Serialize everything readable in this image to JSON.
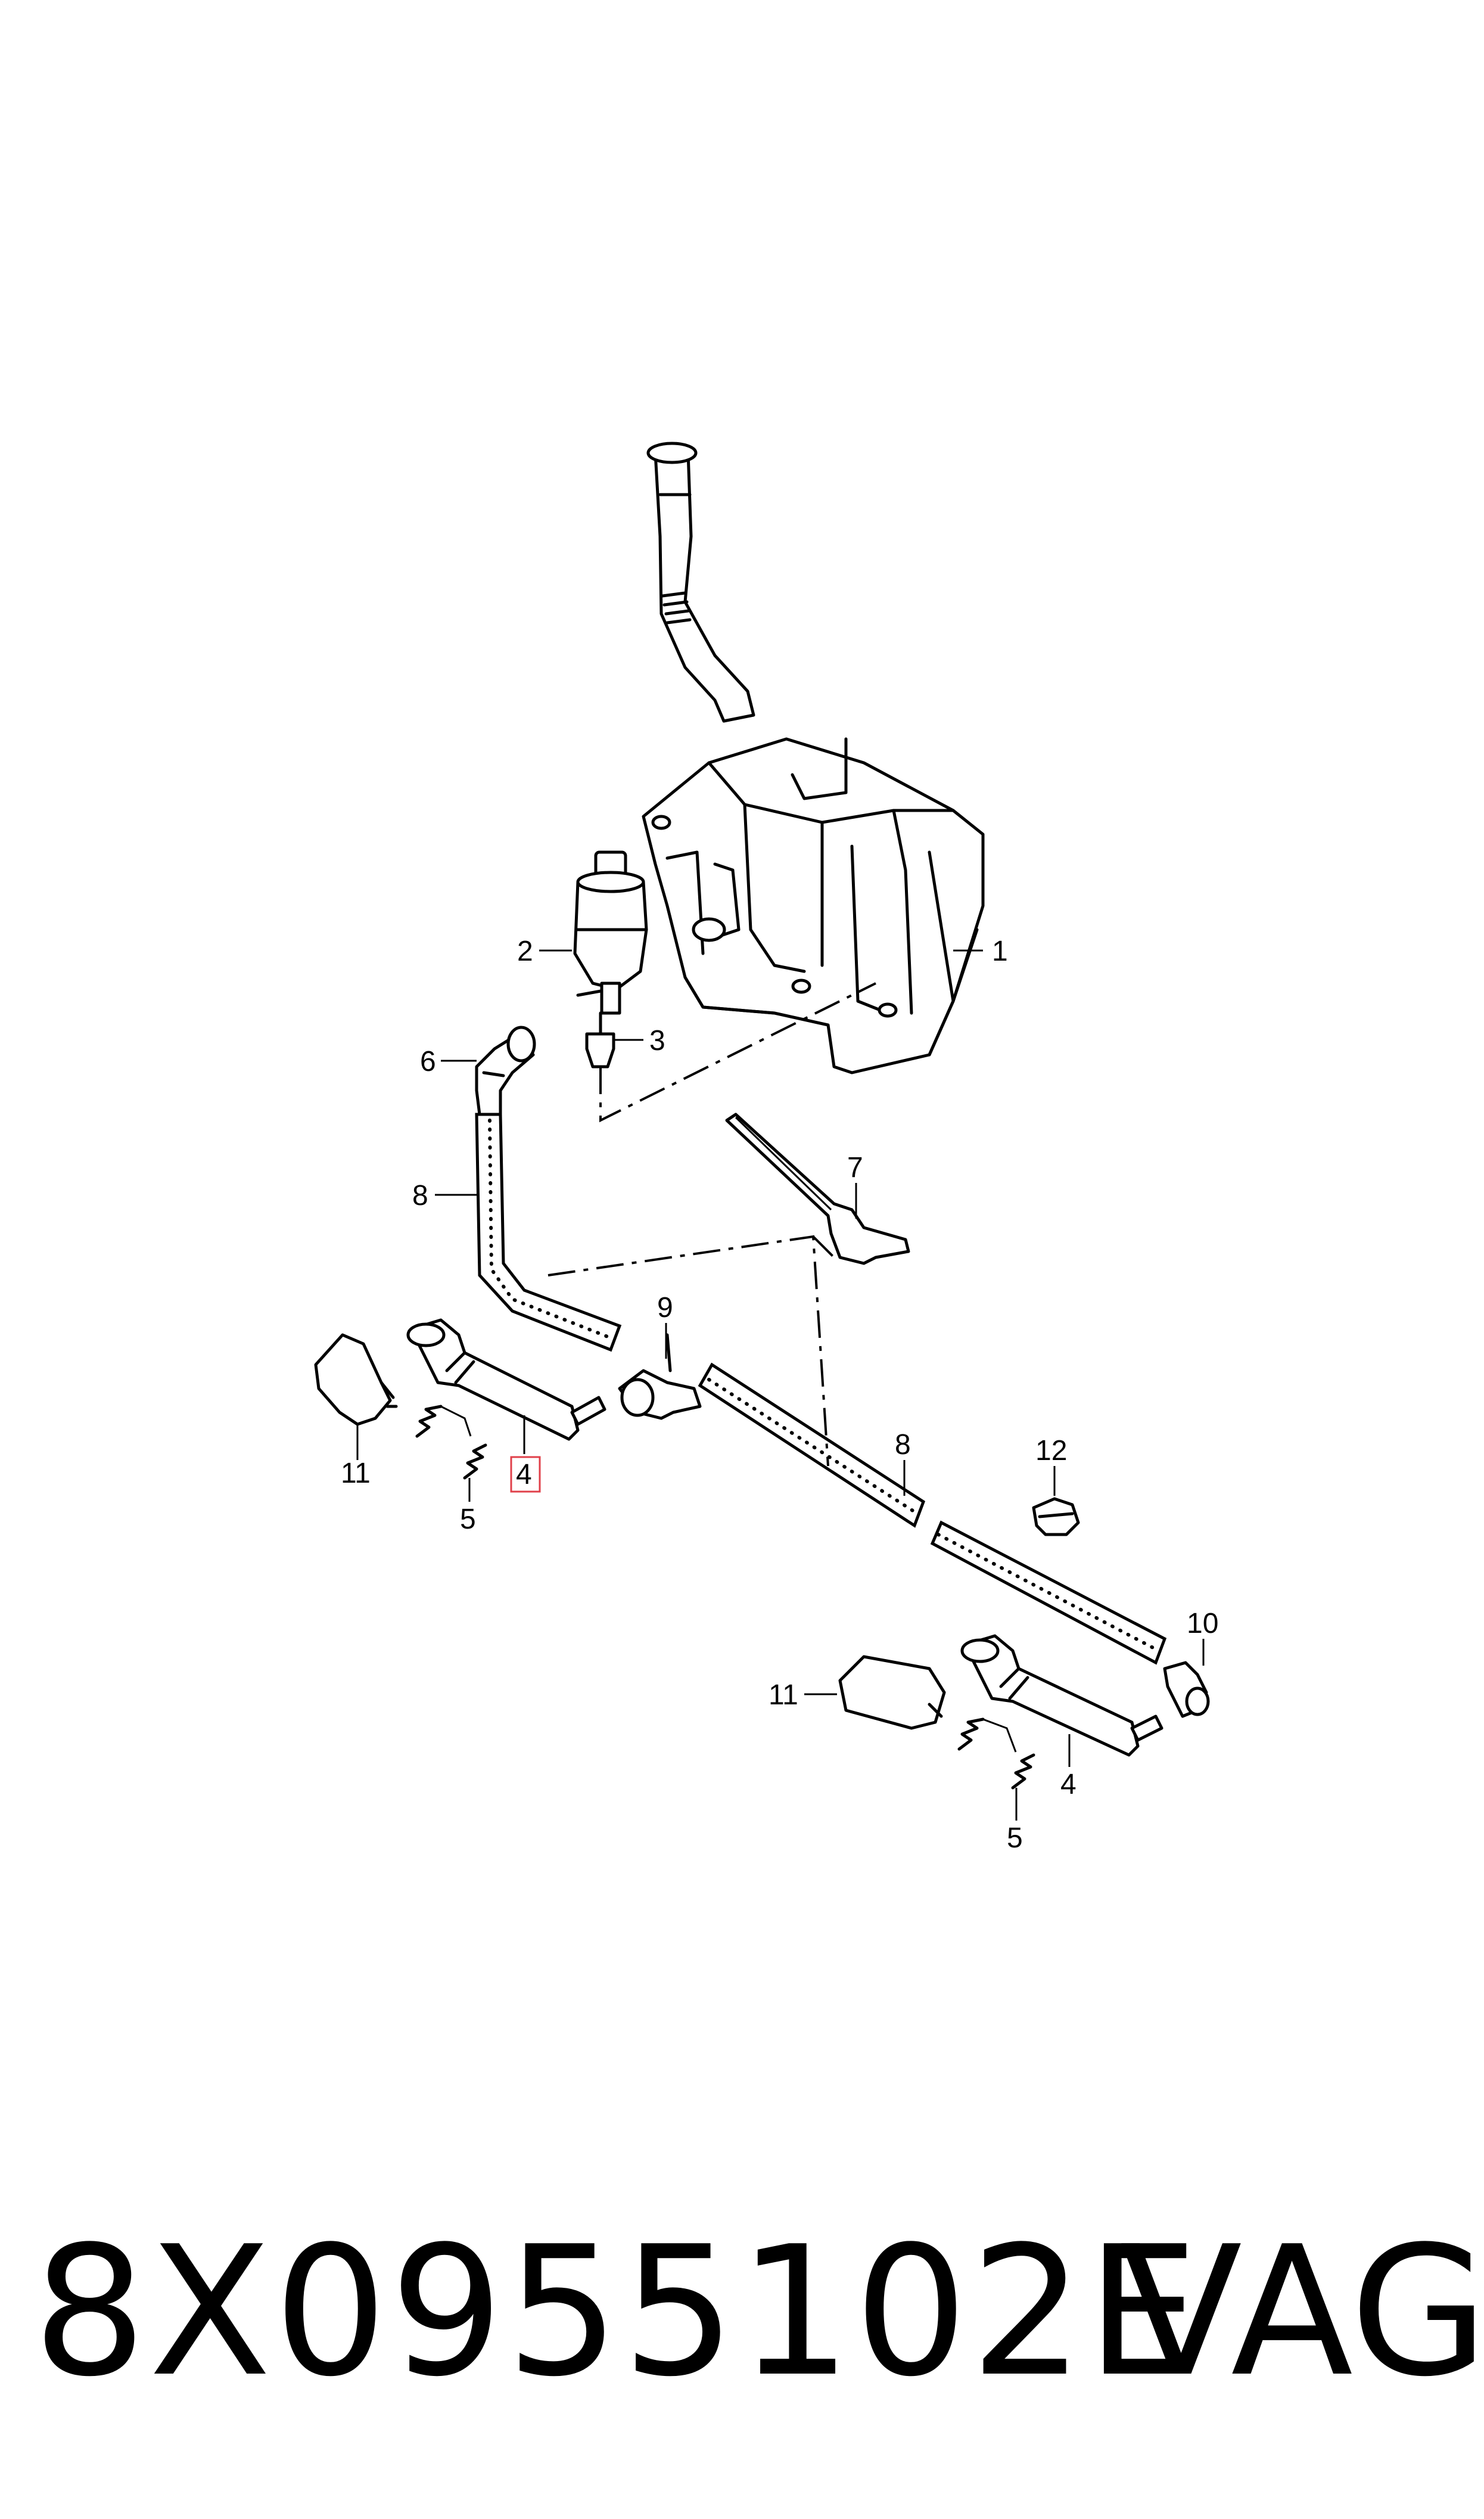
{
  "callouts": {
    "c1": "1",
    "c2": "2",
    "c3": "3",
    "c4a": "4",
    "c4b": "4",
    "c5a": "5",
    "c5b": "5",
    "c6": "6",
    "c7": "7",
    "c8a": "8",
    "c8b": "8",
    "c9": "9",
    "c10": "10",
    "c11a": "11",
    "c11b": "11",
    "c12": "12"
  },
  "highlight_color": "#e0404a",
  "footer": {
    "part_number": "8X0955102E",
    "brand": "VAG"
  }
}
